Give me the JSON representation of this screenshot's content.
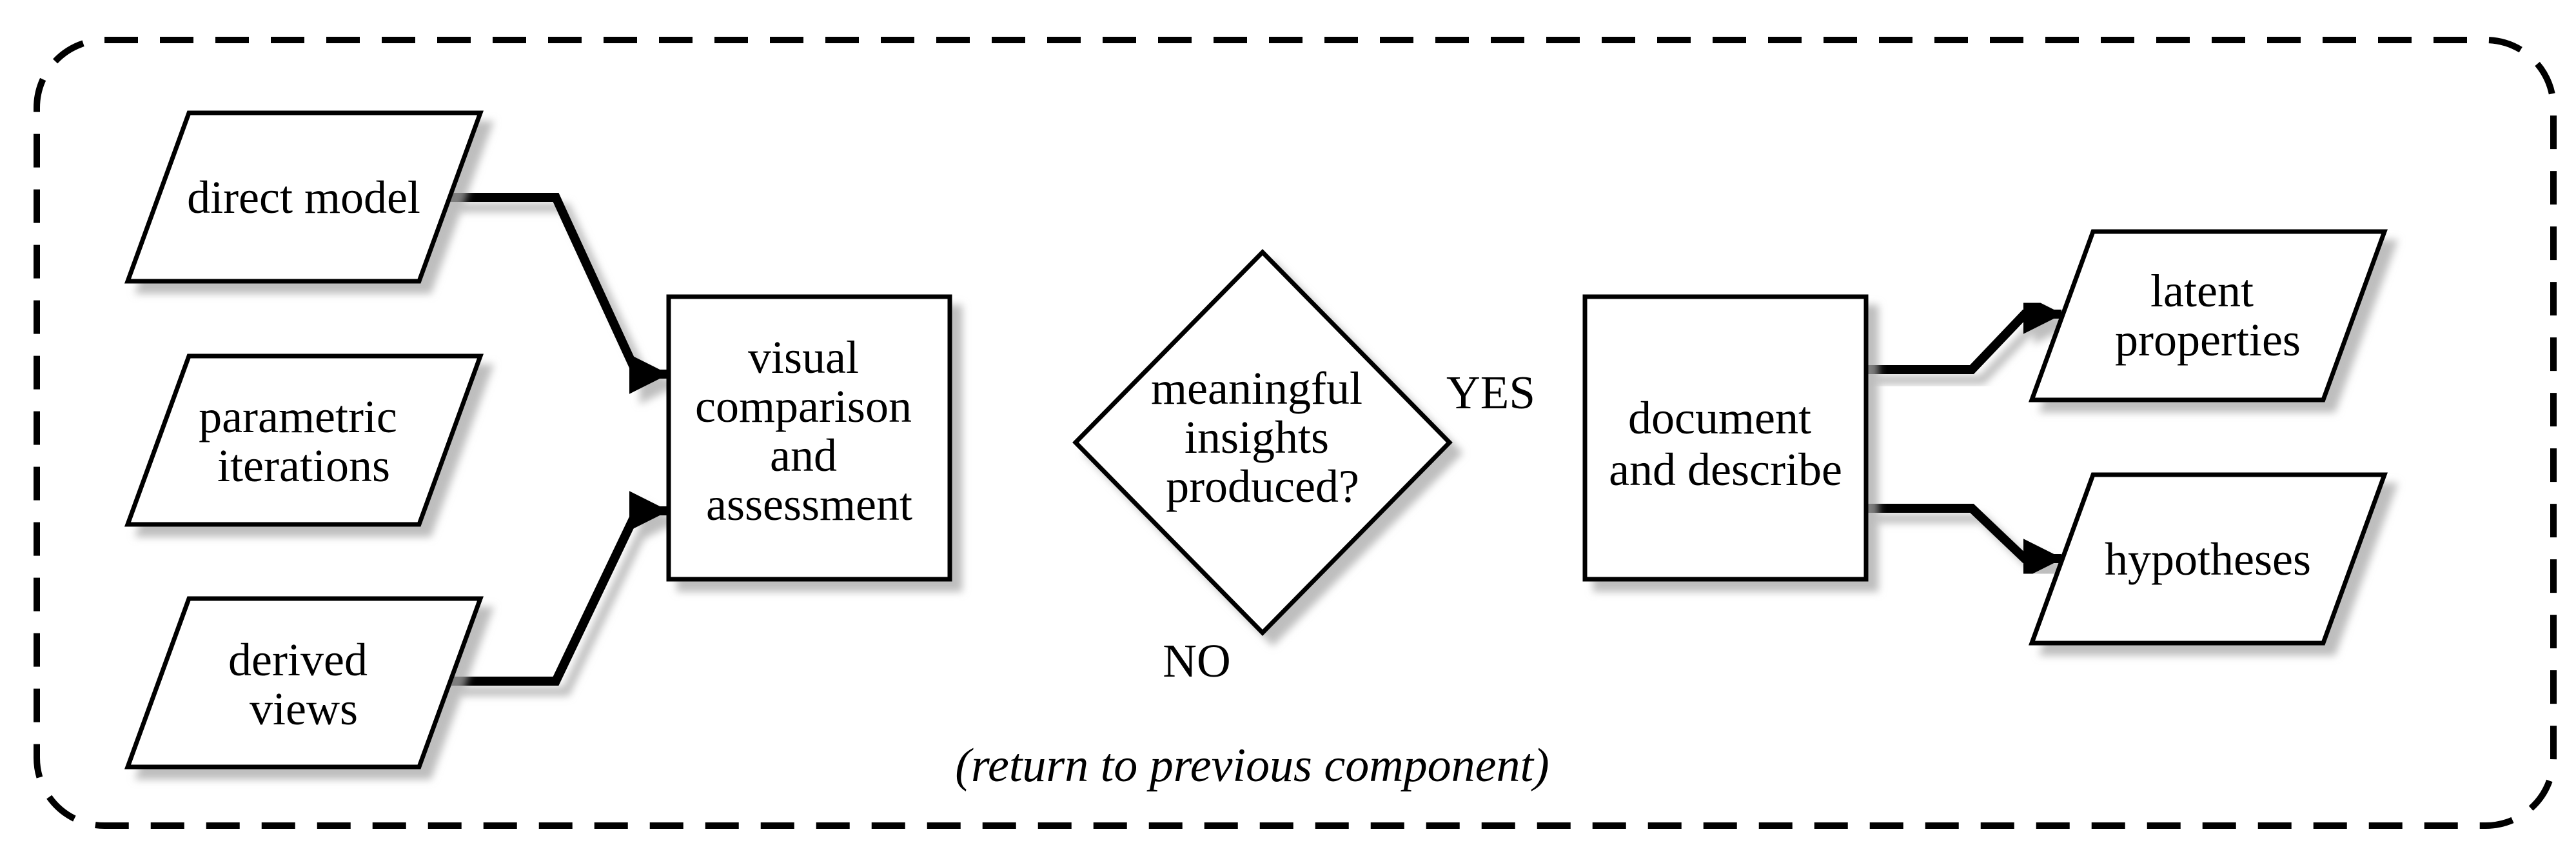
{
  "diagram": {
    "type": "flowchart",
    "background_color": "#ffffff",
    "line_color": "#000000",
    "shadow_color": "#a8a8a8",
    "nodes": {
      "direct_model": {
        "shape": "parallelogram",
        "role": "input",
        "label": "direct model"
      },
      "parametric_iterations": {
        "shape": "parallelogram",
        "role": "input",
        "lines": [
          "parametric",
          "iterations"
        ]
      },
      "derived_views": {
        "shape": "parallelogram",
        "role": "input",
        "lines": [
          "derived",
          "views"
        ]
      },
      "visual_comparison": {
        "shape": "rectangle",
        "role": "process",
        "lines": [
          "visual",
          "comparison",
          "and",
          "assessment"
        ]
      },
      "insights_decision": {
        "shape": "diamond",
        "role": "decision",
        "lines": [
          "meaningful",
          "insights",
          "produced?"
        ]
      },
      "document_describe": {
        "shape": "rectangle",
        "role": "process",
        "lines": [
          "document",
          "and describe"
        ]
      },
      "latent_properties": {
        "shape": "parallelogram",
        "role": "output",
        "lines": [
          "latent",
          "properties"
        ]
      },
      "hypotheses": {
        "shape": "parallelogram",
        "role": "output",
        "label": "hypotheses"
      }
    },
    "edge_labels": {
      "yes": "YES",
      "no": "NO"
    },
    "caption": "(return to previous component)"
  }
}
